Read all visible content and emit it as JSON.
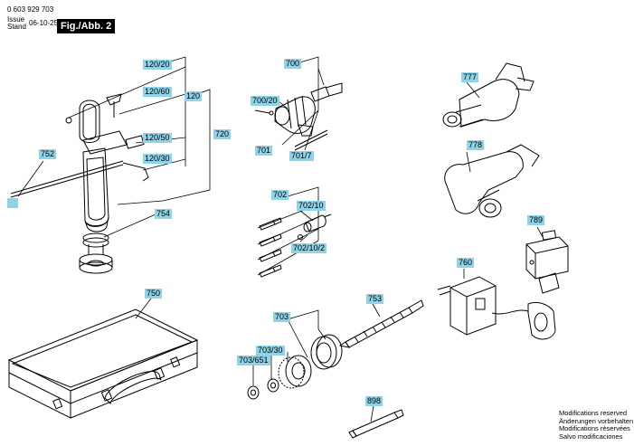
{
  "header": {
    "doc_number": "0 603 929 703",
    "issue_label_en": "Issue",
    "issue_label_de": "Stand",
    "issue_date": "06-10-25",
    "figure": "Fig./Abb. 2"
  },
  "labels": {
    "p120_20": "120/20",
    "p120_60": "120/60",
    "p120": "120",
    "p120_50": "120/50",
    "p120_30": "120/30",
    "p720": "720",
    "p752": "752",
    "p754": "754",
    "p700": "700",
    "p700_20": "700/20",
    "p701": "701",
    "p701_7": "701/7",
    "p777": "777",
    "p778": "778",
    "p702": "702",
    "p702_10": "702/10",
    "p702_10_2": "702/10/2",
    "p789": "789",
    "p760": "760",
    "p750": "750",
    "p753": "753",
    "p703": "703",
    "p703_30": "703/30",
    "p703_651": "703/651",
    "p898": "898"
  },
  "notes": [
    "Modifications reserved",
    "Änderungen vorbehalten",
    "Modifications réservées",
    "Salvo modificaciones"
  ],
  "colors": {
    "label_bg": "#8fd3e8",
    "line": "#000000"
  }
}
